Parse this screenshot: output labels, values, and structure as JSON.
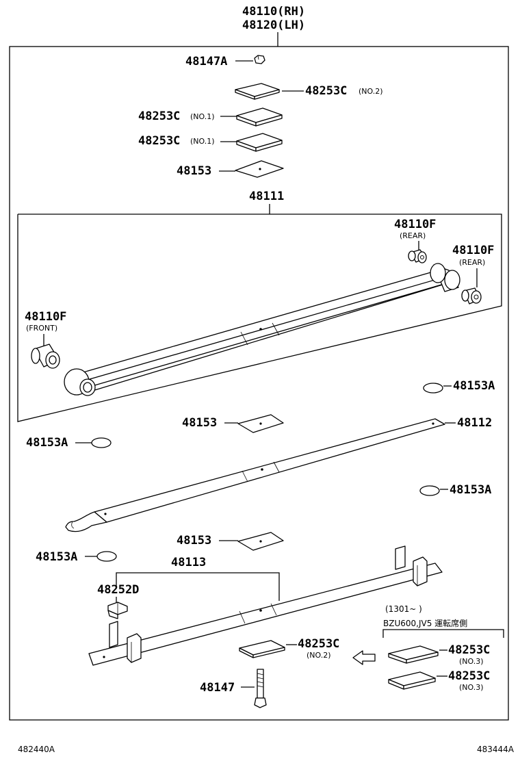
{
  "header": {
    "part_rh": "48110(RH)",
    "part_lh": "48120(LH)"
  },
  "labels": {
    "nut": "48147A",
    "pad_top_no2": "48253C",
    "pad_top_no2_note": "(NO.2)",
    "pad_no1_a": "48253C",
    "pad_no1_a_note": "(NO.1)",
    "pad_no1_b": "48253C",
    "pad_no1_b_note": "(NO.1)",
    "spacer_top": "48153",
    "leaf_assy": "48111",
    "bushing_rear_1": "48110F",
    "bushing_rear_1_note": "(REAR)",
    "bushing_rear_2": "48110F",
    "bushing_rear_2_note": "(REAR)",
    "bushing_front": "48110F",
    "bushing_front_note": "(FRONT)",
    "insert_right_1": "48153A",
    "spacer_mid": "48153",
    "leaf_2": "48112",
    "insert_left_1": "48153A",
    "insert_right_2": "48153A",
    "spacer_low": "48153",
    "insert_left_2": "48153A",
    "leaf_3": "48113",
    "clip": "48252D",
    "pad_low_no2": "48253C",
    "pad_low_no2_note": "(NO.2)",
    "bolt": "48147",
    "variant_serial": "(1301~        )",
    "variant_model": "BZU600,JV5  運転席側",
    "pad_no3_a": "48253C",
    "pad_no3_a_note": "(NO.3)",
    "pad_no3_b": "48253C",
    "pad_no3_b_note": "(NO.3)"
  },
  "footer": {
    "code_left": "482440A",
    "code_right": "483444A"
  }
}
